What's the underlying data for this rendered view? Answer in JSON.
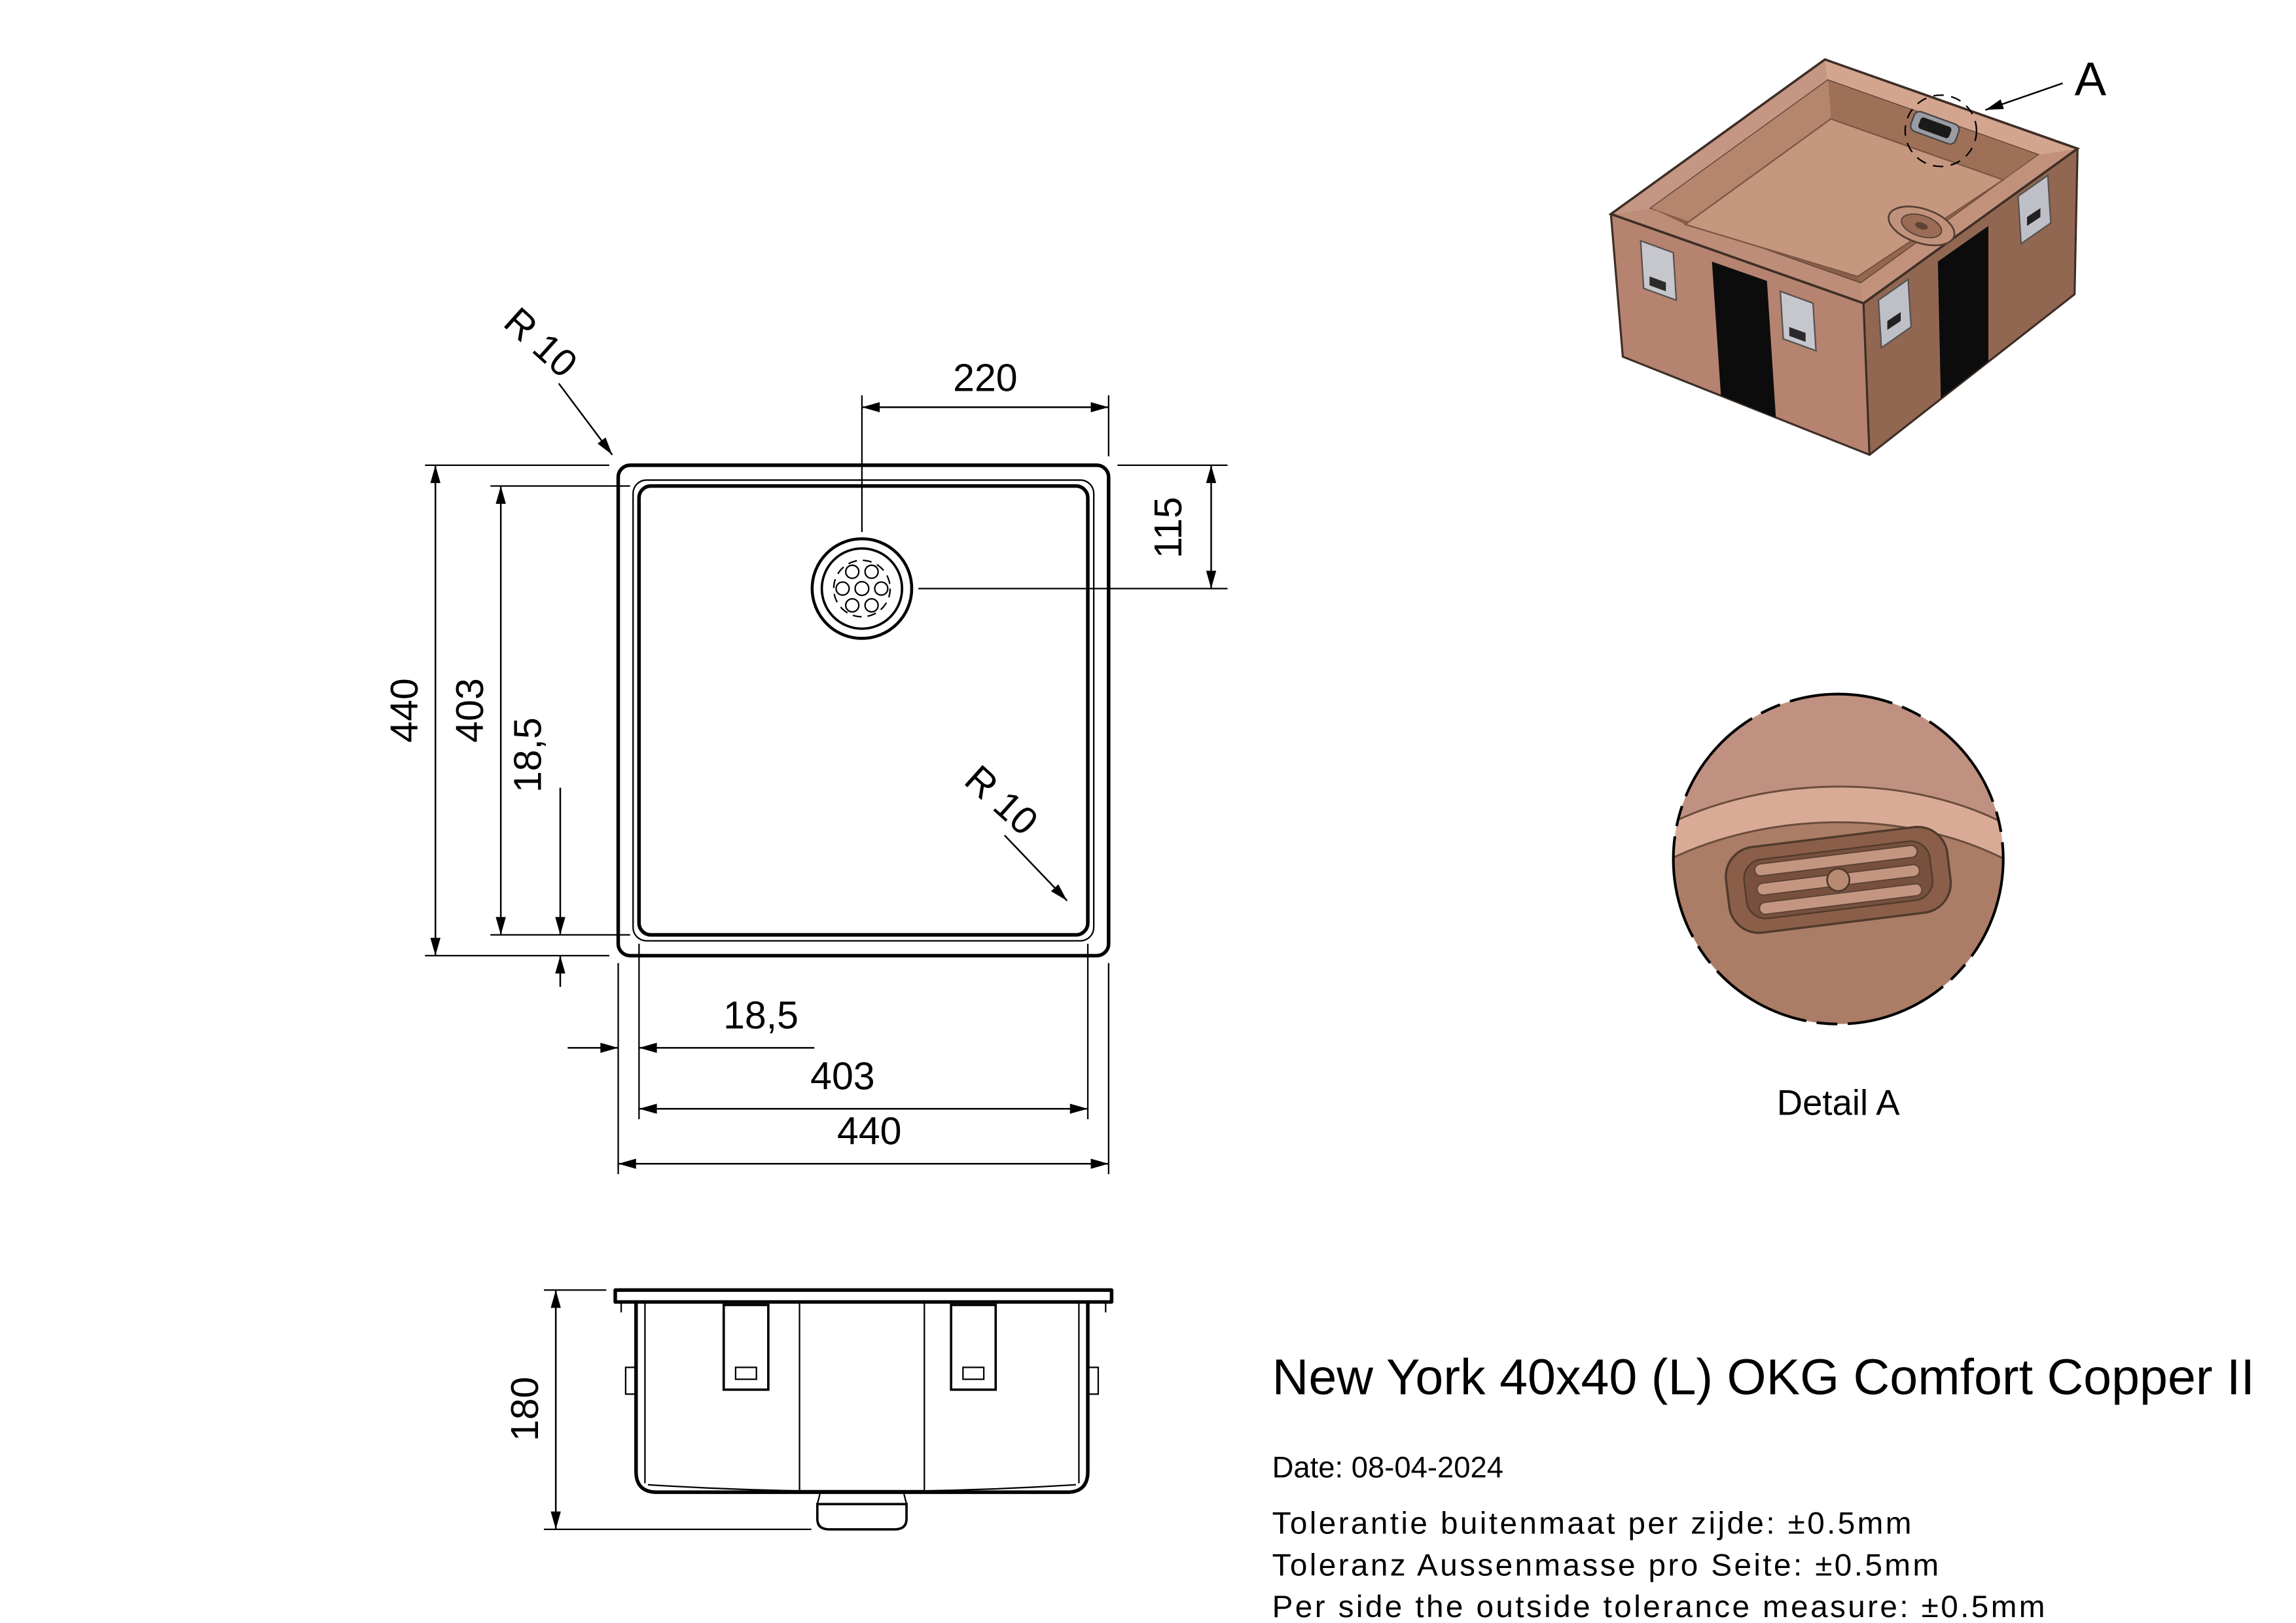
{
  "title_block": {
    "title": "New York 40x40 (L) OKG Comfort Copper II",
    "date": "Date: 08-04-2024",
    "tolerances": [
      "Tolerantie buitenmaat per zijde: ±0.5mm",
      "Toleranz Aussenmasse pro Seite: ±0.5mm",
      "Per side the outside tolerance measure: ±0.5mm"
    ]
  },
  "top_view": {
    "dim_drain_x": "220",
    "dim_drain_y": "115",
    "dim_outer_h": "440",
    "dim_inner_h": "403",
    "dim_rim_v": "18,5",
    "dim_rim_h": "18,5",
    "dim_inner_w": "403",
    "dim_outer_w": "440",
    "radius_outer": "R 10",
    "radius_inner": "R 10"
  },
  "side_view": {
    "dim_depth": "180"
  },
  "iso_view": {
    "callout": "A"
  },
  "detail_view": {
    "label": "Detail A"
  },
  "colors": {
    "copper_light": "#d3a58f",
    "copper_mid": "#b5836f",
    "copper_dark": "#8f6553",
    "line": "#000000"
  }
}
